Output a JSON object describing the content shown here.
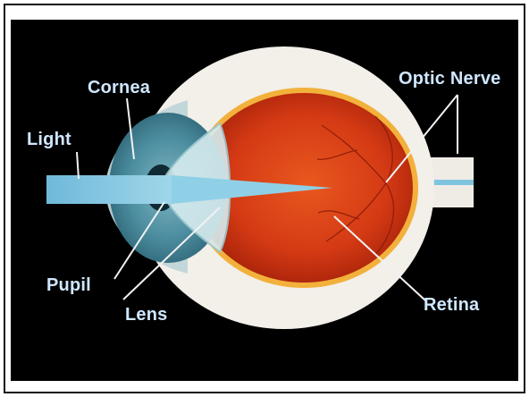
{
  "colors": {
    "background": "#000000",
    "label_text": "#cfe7ff",
    "leader_line": "#f2f2f2",
    "light_beam": "#7fc4df",
    "iris": "#3f7f93",
    "retina": "#d43a14",
    "sclera": "#f3efe9"
  },
  "labels": {
    "cornea": "Cornea",
    "light": "Light",
    "pupil": "Pupil",
    "lens": "Lens",
    "optic_nerve": "Optic Nerve",
    "retina": "Retina"
  }
}
